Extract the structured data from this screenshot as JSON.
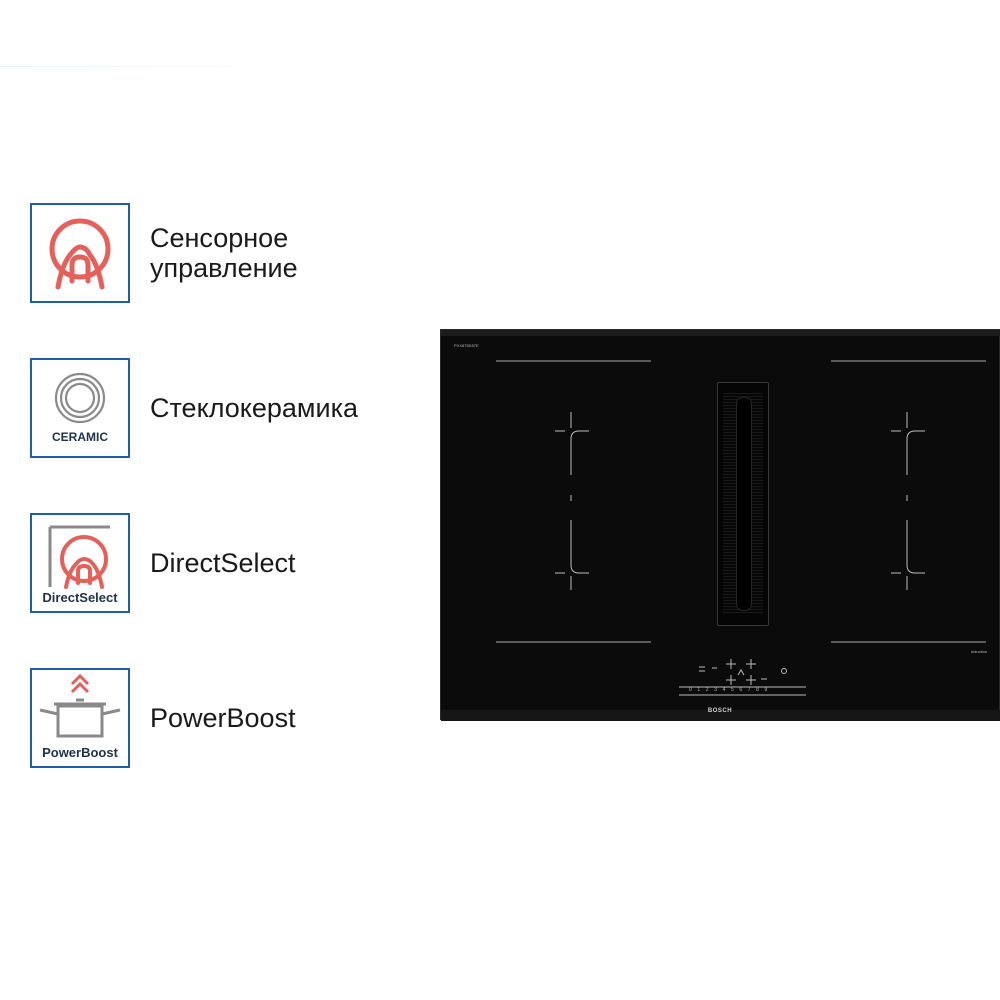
{
  "features": [
    {
      "id": "touch-control",
      "label": "Сенсорное управление",
      "icon": "touch-control-icon",
      "icon_caption": ""
    },
    {
      "id": "glass-ceramic",
      "label": "Стеклокерамика",
      "icon": "ceramic-icon",
      "icon_caption": "CERAMIC"
    },
    {
      "id": "direct-select",
      "label": "DirectSelect",
      "icon": "direct-select-icon",
      "icon_caption": "DirectSelect"
    },
    {
      "id": "power-boost",
      "label": "PowerBoost",
      "icon": "power-boost-icon",
      "icon_caption": "PowerBoost"
    }
  ],
  "product": {
    "brand": "BOSCH",
    "zone_label": "induction",
    "model_code": "PXX875D57E",
    "slider_digits": [
      "0",
      "1",
      "2",
      "3",
      "4",
      "5",
      "6",
      "7",
      "8",
      "9"
    ]
  },
  "colors": {
    "border_blue": "#1f5fa8",
    "icon_red": "#e4605a",
    "icon_gray": "#8a8a8a",
    "hob_black": "#0b0b0b"
  }
}
